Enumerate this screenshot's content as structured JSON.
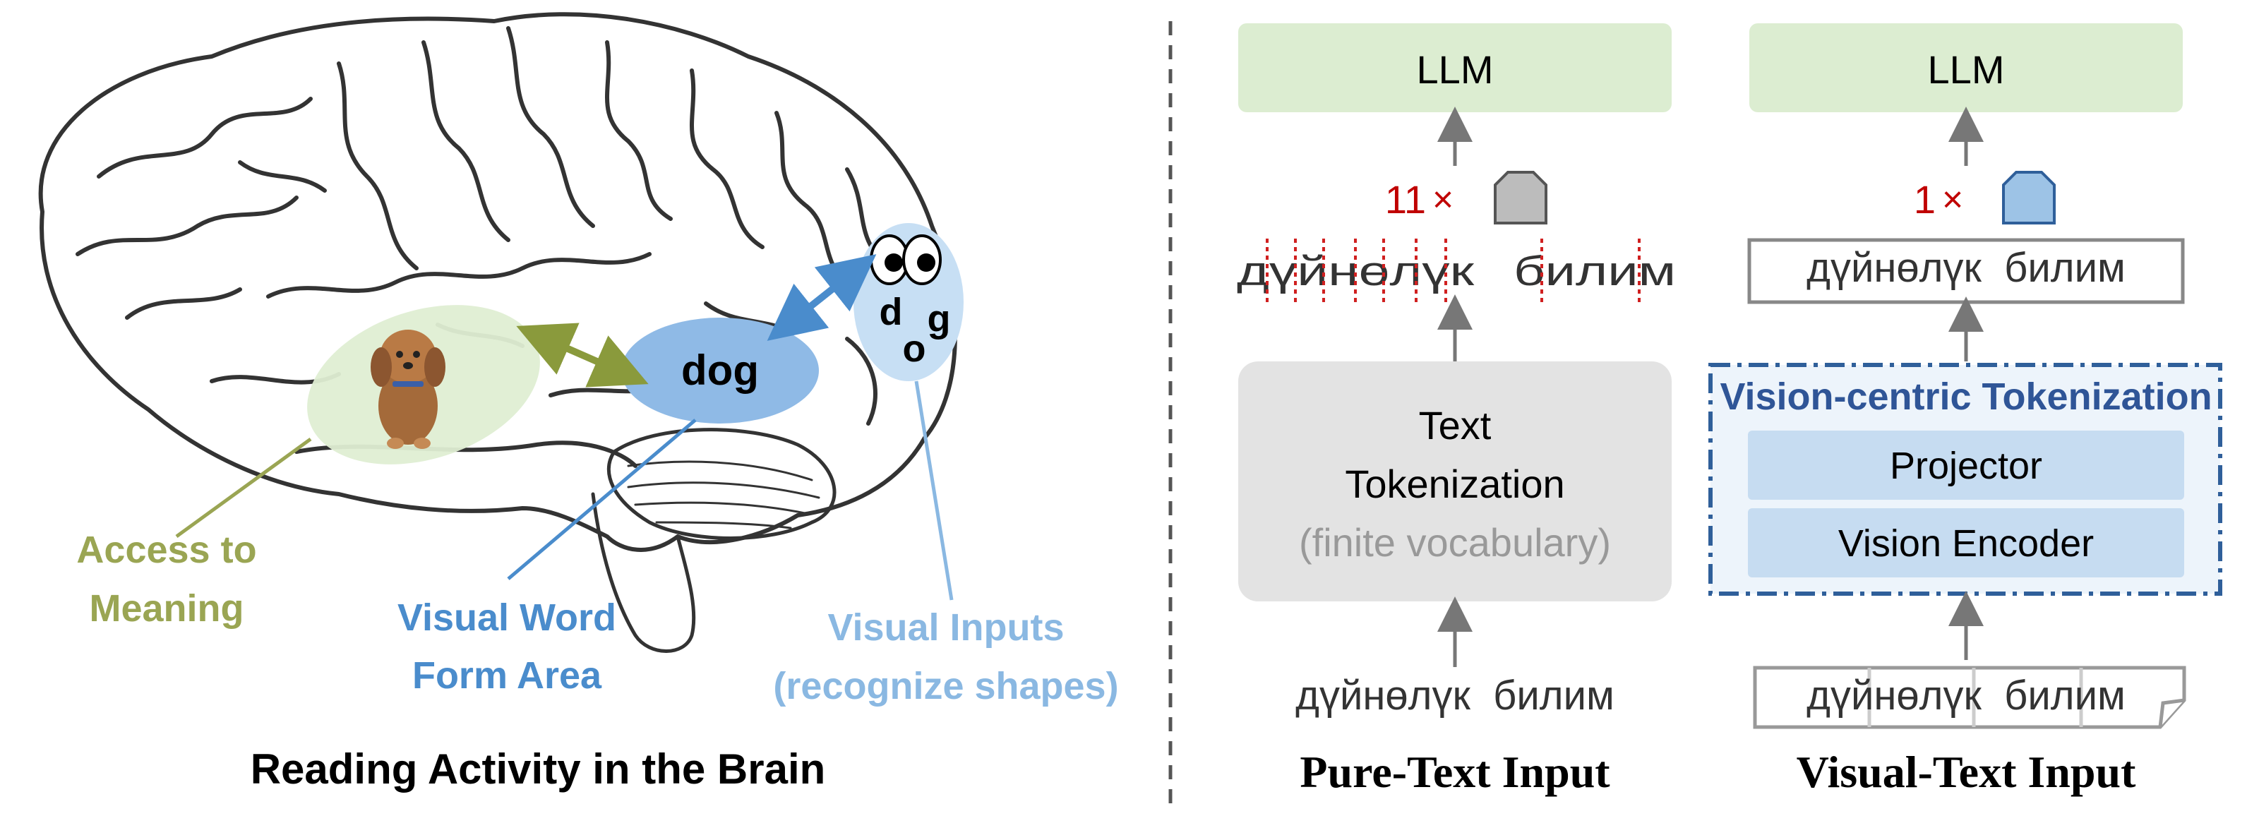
{
  "brain_panel": {
    "title": "Reading Activity in the Brain",
    "meaning_label_line1": "Access to",
    "meaning_label_line2": "Meaning",
    "vwfa_label_line1": "Visual Word",
    "vwfa_label_line2": "Form Area",
    "inputs_label_line1": "Visual Inputs",
    "inputs_label_line2": "(recognize shapes)",
    "vwfa_word": "dog",
    "input_letters": [
      "d",
      "o",
      "g"
    ],
    "colors": {
      "meaning": "#9aa553",
      "vwfa": "#4a8ccc",
      "inputs": "#8ab8e2"
    }
  },
  "pure_text": {
    "title": "Pure-Text Input",
    "llm_label": "LLM",
    "token_count": "11",
    "times_symbol": "×",
    "tokenized_word1": "дүйнөлүк",
    "tokenized_word2": "билим",
    "tokenizer_line1": "Text",
    "tokenizer_line2": "Tokenization",
    "tokenizer_line3": "(finite vocabulary)",
    "input_text": "дүйнөлүк  билим"
  },
  "visual_text": {
    "title": "Visual-Text Input",
    "llm_label": "LLM",
    "token_count": "1",
    "times_symbol": "×",
    "rendered_text": "дүйнөлүк  билим",
    "tokenizer_title": "Vision-centric Tokenization",
    "projector_label": "Projector",
    "encoder_label": "Vision Encoder",
    "input_text": "дүйнөлүк  билим"
  }
}
